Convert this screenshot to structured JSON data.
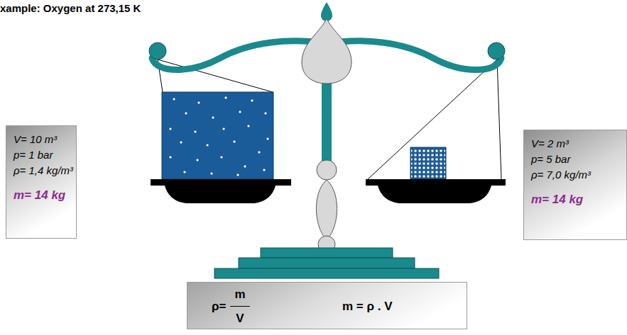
{
  "diagram": {
    "title": "xample: Oxygen at 273,15 K",
    "nodes": [
      {
        "text": [
          "V= 10 m³",
          "p= 1 bar",
          "ρ= 1,4 kg/m³",
          "m= 14 kg"
        ]
      },
      {
        "text": [
          "V= 2 m³",
          "p= 5 bar",
          "ρ= 7,0 kg/m³",
          "m= 14 kg"
        ]
      },
      {
        "text": [
          "ρ=",
          "m",
          "V",
          "m = ρ . V"
        ]
      }
    ]
  }
}
